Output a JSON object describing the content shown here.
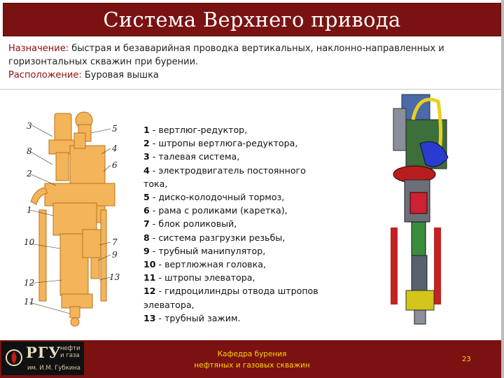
{
  "slide": {
    "title": "Система Верхнего привода",
    "purpose_label": "Назначение:",
    "purpose_text": " быстрая и безаварийная проводка вертикальных, наклонно-направленных и горизонтальных скважин при бурении.",
    "location_label": "Расположение:",
    "location_text": " Буровая вышка"
  },
  "drawing_numbers": [
    "3",
    "8",
    "2",
    "1",
    "10",
    "12",
    "11",
    "5",
    "4",
    "6",
    "7",
    "9",
    "13"
  ],
  "legend": [
    {
      "num": "1",
      "text": " - вертлюг-редуктор,"
    },
    {
      "num": "2",
      "text": " - штропы вертлюга-редуктора,"
    },
    {
      "num": "3",
      "text": " - талевая система,"
    },
    {
      "num": "4",
      "text": " - электродвигатель постоянного тока,"
    },
    {
      "num": "5",
      "text": " - диско-колодочный тормоз,"
    },
    {
      "num": "6",
      "text": " - рама с роликами (каретка),"
    },
    {
      "num": "7",
      "text": " - блок роликовый,"
    },
    {
      "num": "8",
      "text": " - система разгрузки резьбы,"
    },
    {
      "num": "9",
      "text": " - трубный манипулятор,"
    },
    {
      "num": "10",
      "text": " - вертлюжная головка,"
    },
    {
      "num": "11",
      "text": " - штропы элеватора,"
    },
    {
      "num": "12",
      "text": " - гидроцилиндры отвода штропов элеватора,"
    },
    {
      "num": "13",
      "text": " - трубный зажим."
    }
  ],
  "footer": {
    "logo_name": "РГУ",
    "logo_sub_top": "нефти и газа",
    "logo_sub_bottom": "им. И.М. Губкина",
    "dept_line1": "Кафедра бурения",
    "dept_line2": "нефтяных и газовых скважин",
    "page": "23"
  },
  "colors": {
    "title_bg": "#7b1212",
    "label_red": "#8b0e0e",
    "footer_text": "#ffd400",
    "drawing_fill": "#f3b45a",
    "drawing_stroke": "#b8741d"
  }
}
